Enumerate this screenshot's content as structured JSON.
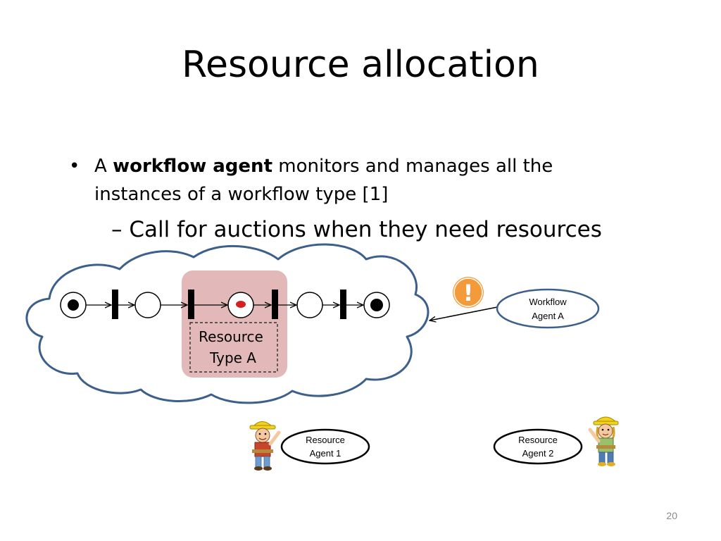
{
  "slide": {
    "title": "Resource allocation",
    "page_number": "20"
  },
  "bullets": [
    {
      "marker": "•",
      "prefix": "A ",
      "bold": "workflow agent",
      "rest_line1": " monitors and manages all the",
      "line2": "instances of a workflow type [1]"
    },
    {
      "marker": "–",
      "text": "Call for auctions when they need resources"
    }
  ],
  "diagram": {
    "resource_box": {
      "line1": "Resource",
      "line2": "Type A"
    },
    "workflow_agent": {
      "line1": "Workflow",
      "line2": "Agent A"
    },
    "resource_agent_1": {
      "line1": "Resource",
      "line2": "Agent 1"
    },
    "resource_agent_2": {
      "line1": "Resource",
      "line2": "Agent 2"
    },
    "alert_symbol": "!",
    "colors": {
      "cloud_stroke": "#3d5f8c",
      "highlight_fill": "#e3b8b8",
      "alert": "#f39a3a",
      "token_red": "#d62020"
    },
    "icons": [
      "exclamation-icon",
      "builder-icon",
      "worker-girl-icon"
    ]
  }
}
